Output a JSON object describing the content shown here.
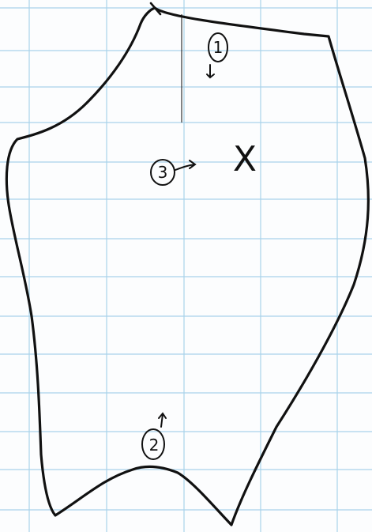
{
  "sheet": {
    "paper_color": "#fcfdfe",
    "grid_line_color": "#a9d3ea",
    "ink_color": "#111111"
  },
  "markers": [
    {
      "label": "1",
      "arrow_direction": "down"
    },
    {
      "label": "2",
      "arrow_direction": "up"
    },
    {
      "label": "3",
      "arrow_direction": "right"
    }
  ],
  "center_mark": "X"
}
